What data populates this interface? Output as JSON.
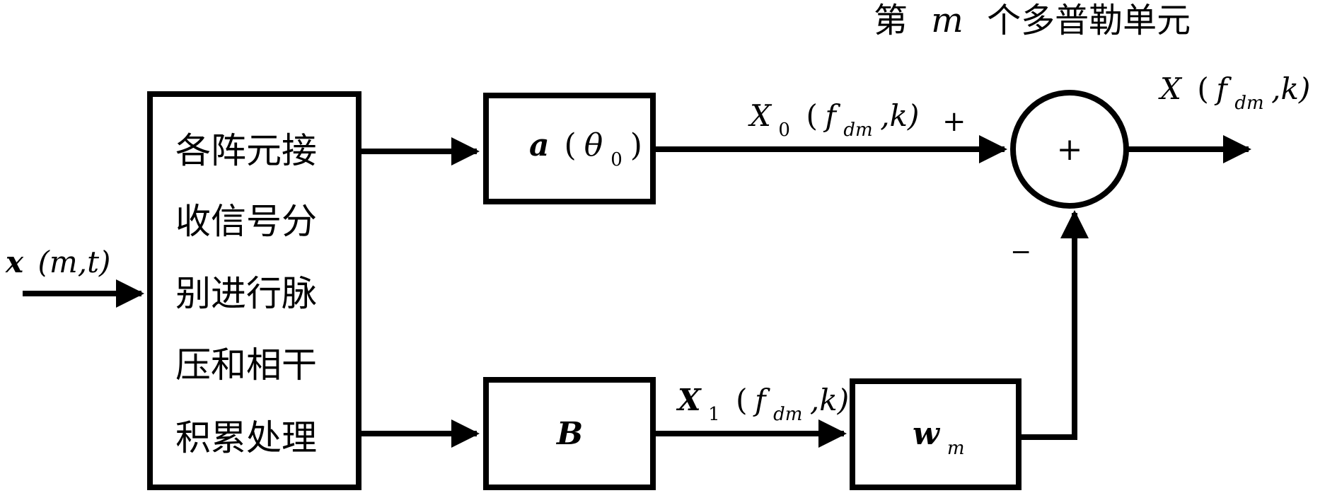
{
  "title": "第 m 个多普勒单元",
  "title_parts": {
    "pre": "第",
    "var": "m",
    "post": "个多普勒单元"
  },
  "input": {
    "var": "x",
    "args": "(m,t)"
  },
  "processor_box": {
    "lines": [
      "各阵元接",
      "收信号分",
      "别进行脉",
      "压和相干",
      "积累处理"
    ]
  },
  "steering_box": {
    "var": "a",
    "arg_open": "(",
    "arg": "θ",
    "arg_sub": "0",
    "arg_close": ")"
  },
  "blocking_box": {
    "var": "B"
  },
  "weight_box": {
    "var": "w",
    "sub": "m"
  },
  "signal_x0": {
    "var": "X",
    "sub": "0",
    "f": "f",
    "f_sub": "dm",
    "rest": ",k)"
  },
  "signal_x1": {
    "var": "X",
    "sub": "1",
    "f": "f",
    "f_sub": "dm",
    "rest": ",k)"
  },
  "output": {
    "var": "X",
    "f": "f",
    "f_sub": "dm",
    "rest": ",k)"
  },
  "summer": {
    "symbol": "+",
    "plus_sign": "+",
    "minus_sign": "−"
  }
}
